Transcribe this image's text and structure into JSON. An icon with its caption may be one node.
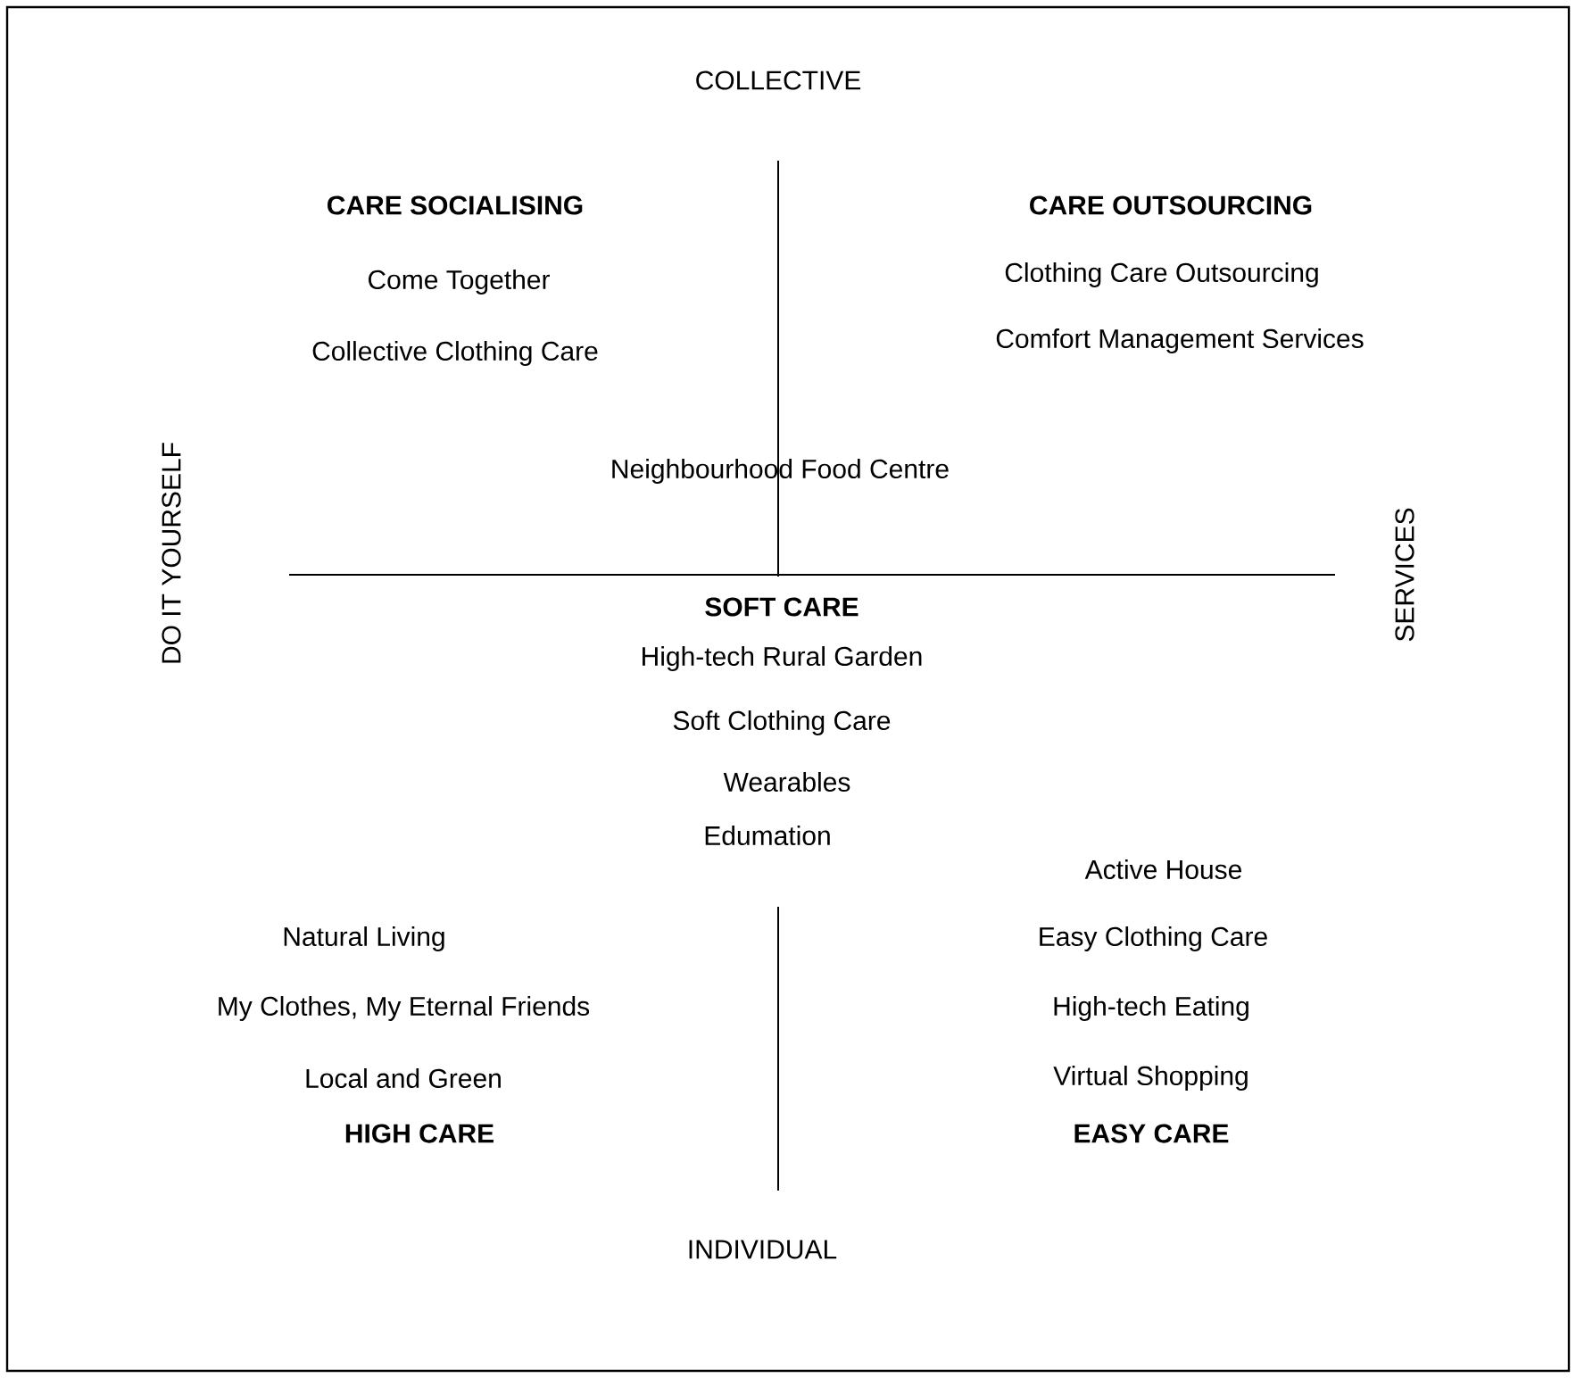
{
  "diagram": {
    "labels": [
      "COLLECTIVE",
      "CARE SOCIALISING",
      "CARE OUTSOURCING",
      "Come Together",
      "Clothing Care Outsourcing",
      "Collective Clothing Care",
      "Comfort Management Services",
      "DO IT YOURSELF",
      "Neighbourhood Food Centre",
      "SERVICES",
      "SOFT CARE",
      "High-tech Rural Garden",
      "Soft Clothing Care",
      "Wearables",
      "Edumation",
      "Active House",
      "Natural Living",
      "Easy Clothing Care",
      "My Clothes, My Eternal Friends",
      "High-tech Eating",
      "Local and Green",
      "Virtual Shopping",
      "HIGH CARE",
      "EASY CARE",
      "INDIVIDUAL"
    ]
  }
}
